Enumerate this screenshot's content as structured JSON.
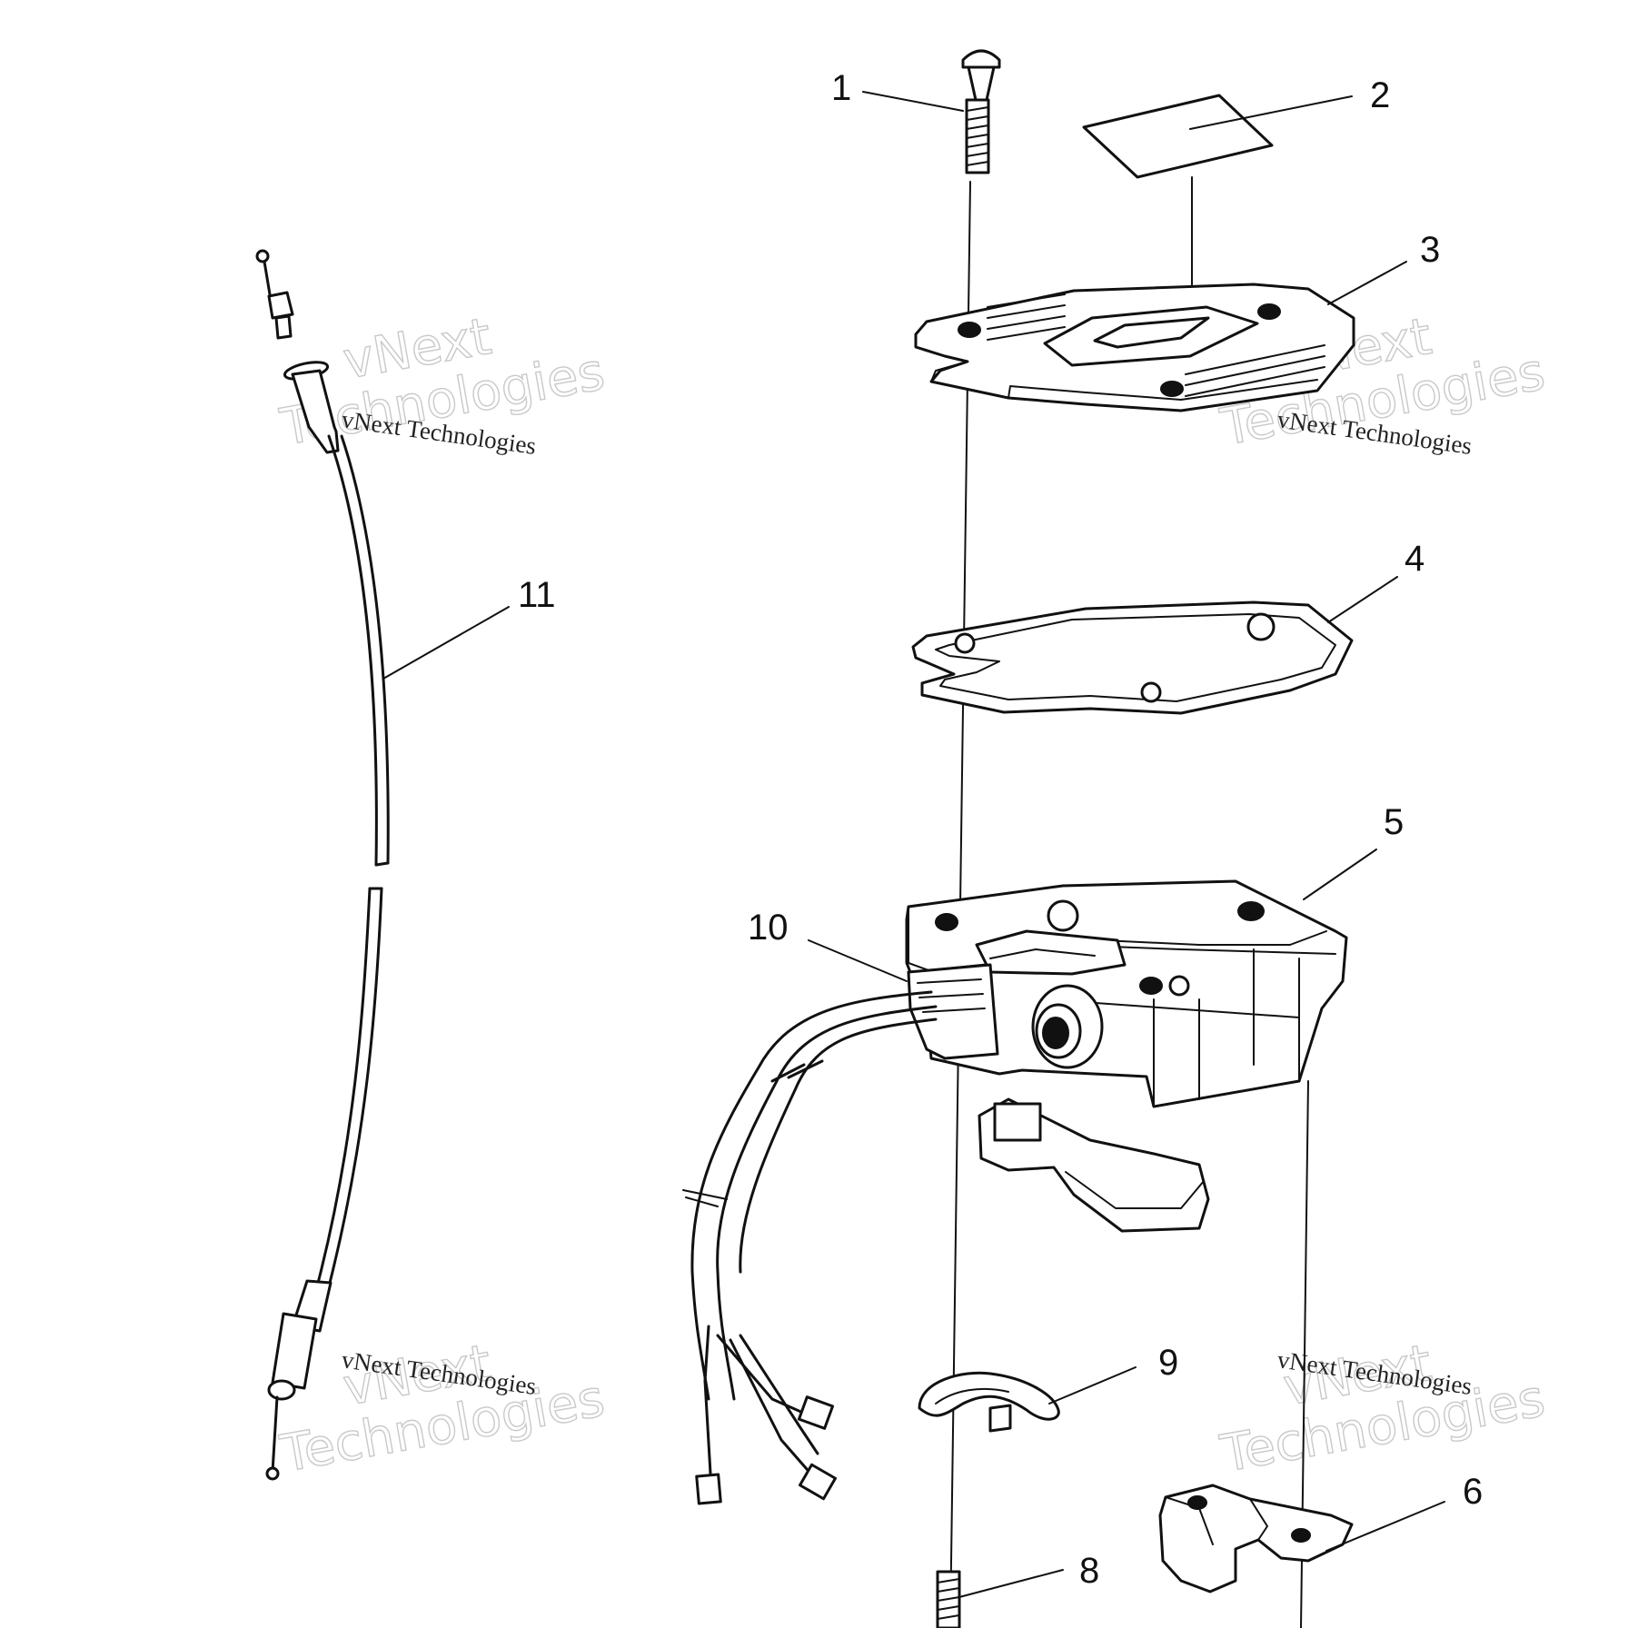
{
  "callouts": [
    {
      "id": "1",
      "text": "1"
    },
    {
      "id": "2",
      "text": "2"
    },
    {
      "id": "3",
      "text": "3"
    },
    {
      "id": "4",
      "text": "4"
    },
    {
      "id": "5",
      "text": "5"
    },
    {
      "id": "6",
      "text": "6"
    },
    {
      "id": "8",
      "text": "8"
    },
    {
      "id": "9",
      "text": "9"
    },
    {
      "id": "10",
      "text": "10"
    },
    {
      "id": "11",
      "text": "11"
    }
  ],
  "watermark": {
    "big_line1": "vNext",
    "big_line2": "Technologies",
    "small": "vNext Technologies"
  }
}
